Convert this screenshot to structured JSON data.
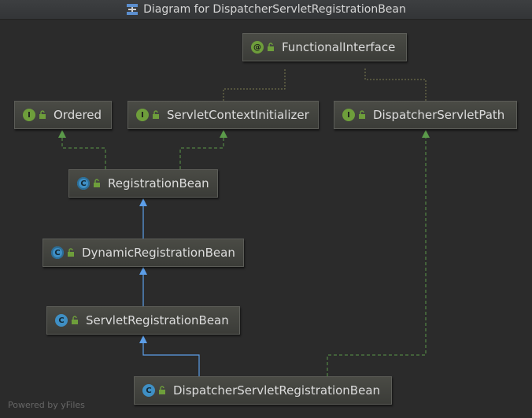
{
  "window": {
    "title": "Diagram for DispatcherServletRegistrationBean"
  },
  "nodes": {
    "functional_interface": {
      "badge": "@",
      "label": "FunctionalInterface"
    },
    "ordered": {
      "badge": "I",
      "label": "Ordered"
    },
    "servlet_context_initializer": {
      "badge": "I",
      "label": "ServletContextInitializer"
    },
    "dispatcher_servlet_path": {
      "badge": "I",
      "label": "DispatcherServletPath"
    },
    "registration_bean": {
      "badge": "C",
      "label": "RegistrationBean"
    },
    "dynamic_registration_bean": {
      "badge": "C",
      "label": "DynamicRegistrationBean"
    },
    "servlet_registration_bean": {
      "badge": "C",
      "label": "ServletRegistrationBean"
    },
    "dispatcher_servlet_registration_bean": {
      "badge": "C",
      "label": "DispatcherServletRegistrationBean"
    }
  },
  "footer": {
    "text": "Powered by yFiles"
  },
  "colors": {
    "background": "#2b2b2b",
    "extends_edge": "#5c9ee8",
    "implements_edge": "#5b9a4a",
    "annotation_edge": "#7c7c52",
    "node_fill": "#45463f",
    "interface_badge": "#6e9e3b",
    "class_badge": "#3f8fc4"
  }
}
